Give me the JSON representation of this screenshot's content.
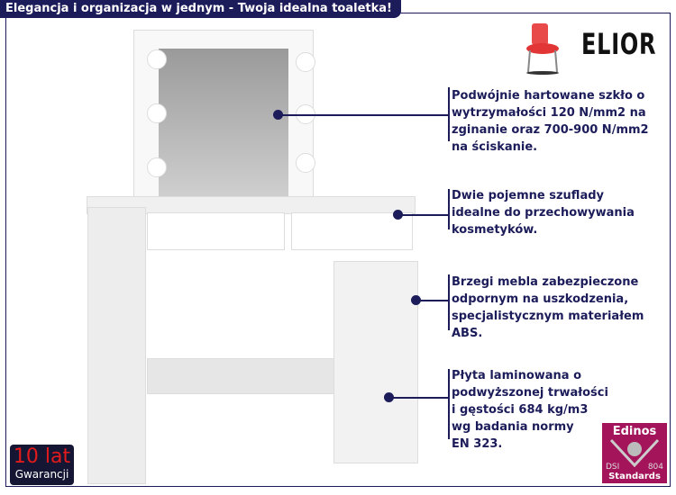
{
  "banner": {
    "title": "Elegancja i organizacja w jednym - Twoja idealna toaletka!"
  },
  "brand": {
    "name": "ELIOR",
    "icon": "red-chair-icon"
  },
  "features": [
    {
      "text": "Podwójnie hartowane szkło o\nwytrzymałości 120 N/mm2 na\nzginanie oraz 700-900 N/mm2\nna ściskanie."
    },
    {
      "text": "Dwie pojemne szuflady\nidealne do przechowywania\nkosmetyków."
    },
    {
      "text": "Brzegi mebla zabezpieczone\nodpornym na uszkodzenia,\nspecjalistycznym materiałem\nABS."
    },
    {
      "text": "Płyta laminowana o\npodwyższonej trwałości\ni gęstości 684 kg/m3\nwg badania normy\nEN 323."
    }
  ],
  "warranty": {
    "years": "10 lat",
    "label": "Gwarancji"
  },
  "certificate": {
    "name": "Edinos",
    "left": "DSI",
    "right": "804",
    "footer": "Standards"
  },
  "colors": {
    "navy": "#1c1c5a",
    "accent": "#e21b1b",
    "cert": "#a3145a"
  }
}
